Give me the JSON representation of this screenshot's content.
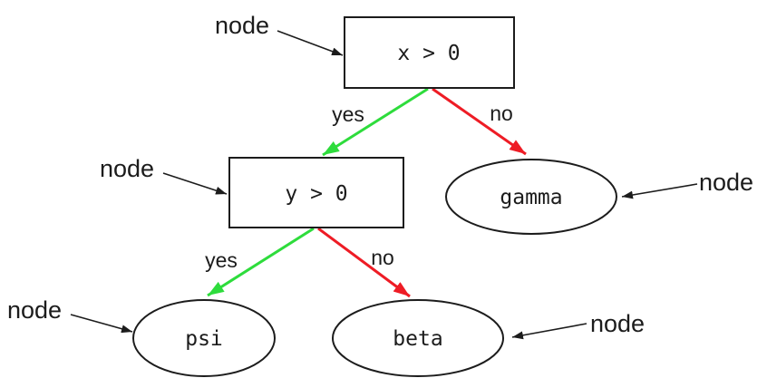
{
  "diagram": {
    "type": "decision-tree",
    "nodes": {
      "root": {
        "label": "x > 0",
        "shape": "rect"
      },
      "inner": {
        "label": "y > 0",
        "shape": "rect"
      },
      "gamma": {
        "label": "gamma",
        "shape": "ellipse"
      },
      "psi": {
        "label": "psi",
        "shape": "ellipse"
      },
      "beta": {
        "label": "beta",
        "shape": "ellipse"
      }
    },
    "edges": {
      "root_to_inner": {
        "from": "root",
        "to": "inner",
        "label": "yes",
        "color_key": "edge_yes"
      },
      "root_to_gamma": {
        "from": "root",
        "to": "gamma",
        "label": "no",
        "color_key": "edge_no"
      },
      "inner_to_psi": {
        "from": "inner",
        "to": "psi",
        "label": "yes",
        "color_key": "edge_yes"
      },
      "inner_to_beta": {
        "from": "inner",
        "to": "beta",
        "label": "no",
        "color_key": "edge_no"
      }
    },
    "annotations": {
      "label": "node",
      "count": 5
    },
    "colors": {
      "edge_yes": "#2edc3c",
      "edge_no": "#ee1c25",
      "ink": "#1c1c1c",
      "background": "#ffffff"
    }
  }
}
